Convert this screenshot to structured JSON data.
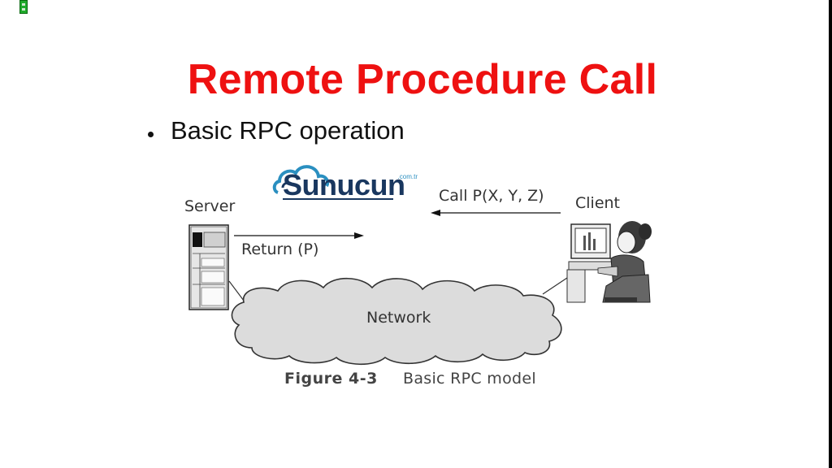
{
  "slide": {
    "title": "Remote Procedure Call",
    "bullet": "Basic RPC operation"
  },
  "logo": {
    "text": "Sunucun",
    "tld": ".com.tr",
    "color": "#19375f"
  },
  "diagram": {
    "server_label": "Server",
    "client_label": "Client",
    "call_label": "Call P(X, Y, Z)",
    "return_label": "Return (P)",
    "network_label": "Network",
    "figure_label": "Figure 4-3",
    "figure_caption": "Basic RPC model"
  },
  "colors": {
    "title": "#ee1111",
    "network_fill": "#dddddd"
  },
  "icons": [
    "server-icon",
    "client-computer-icon",
    "network-cloud-icon",
    "logo-cloud-icon"
  ]
}
